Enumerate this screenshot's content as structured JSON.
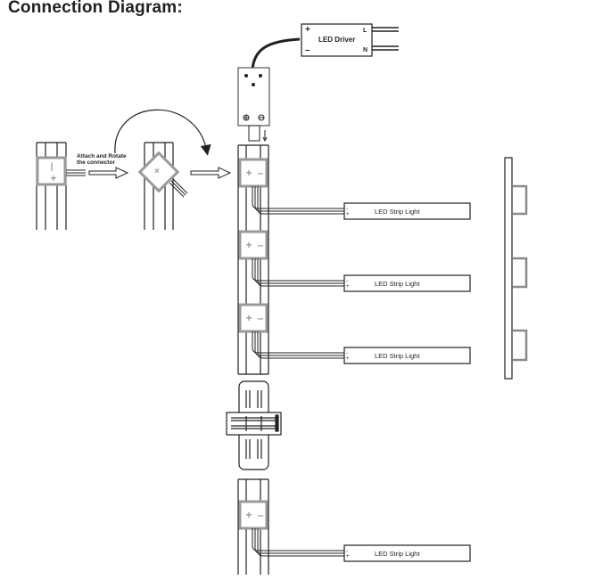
{
  "title": "Connection Diagram:",
  "driver": {
    "label": "LED Driver",
    "plus": "+",
    "minus": "–",
    "line": "L",
    "neutral": "N"
  },
  "instruction": {
    "line1": "Attach and Rotate",
    "line2": "the connector"
  },
  "connector_symbols": {
    "plus": "+",
    "minus": "–"
  },
  "strips": [
    {
      "label": "LED Strip Light"
    },
    {
      "label": "LED Strip Light"
    },
    {
      "label": "LED Strip Light"
    },
    {
      "label": "LED Strip Light"
    }
  ],
  "colors": {
    "line": "#231f20",
    "connector_gray": "#9a9a9a"
  }
}
